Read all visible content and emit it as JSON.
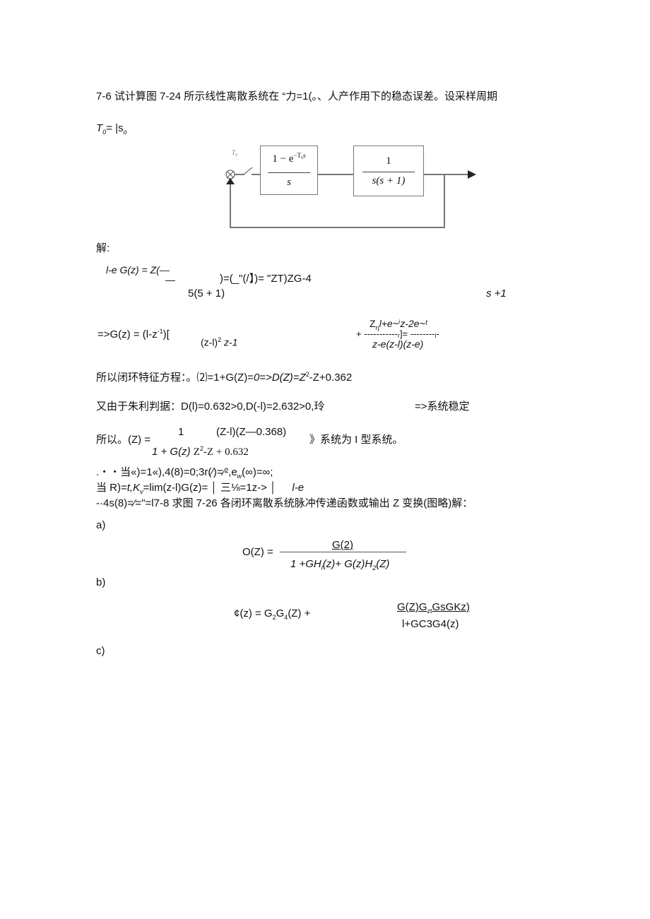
{
  "problem_7_6": {
    "line1": "7-6 试计算图 7-24 所示线性离散系统在 “力=1(。、人产作用下的稳态误差。设采样周期",
    "line2": "T",
    "line2_sub": "0",
    "line2_rest": "= |s",
    "line2_end": "o"
  },
  "diagram": {
    "sampler_label": "T₀",
    "block1": {
      "numerator": "1 − e",
      "exponent": "−T₀s",
      "denominator": "s"
    },
    "block2": {
      "numerator": "1",
      "denominator": "s(s + 1)"
    }
  },
  "solution": {
    "label": "解:",
    "eq1": {
      "lhs": "l-e G(z) = Z(—",
      "dash": "—",
      "mid": ")=(_\"(/】)= \"ZT)ZG-4",
      "denom": "5(5 + 1)",
      "right": "s +1"
    },
    "eq2": {
      "lhs": "=>G(z) = (l-z",
      "lhs_sup": "-1",
      "lhs_end": ")[",
      "mid": "(z-l)",
      "mid_sup": "2",
      "mid_end": " z-1",
      "frac_top": "Z",
      "frac_top_sub": "η",
      "frac_top_rest": "l+e~ⁱz-2e~ᵗ",
      "frac_mid": "+ -----------ᵣ]= --------ᵢ-",
      "frac_bot": "z-e(z-l)(z-e)"
    },
    "char_eq": {
      "prefix": "所以闭环特征方程：。⑵=1+G(Z)=",
      "zero": "0=>D(Z)",
      "rest": "=Z",
      "sup": "2",
      "end": "-Z+0.362"
    },
    "jury": {
      "text": "又由于朱利判据：D(l)=0.632>0,D(-l)=2.632>0,玲",
      "result": "=>系统稳定"
    },
    "closed_loop": {
      "prefix": "所以。(Z) =",
      "num1": "1",
      "num2": "(Z-l)(Z—0.368)",
      "den1": "1 + G(z)",
      "den2": "Z",
      "den2_sup": "2",
      "den2_rest": "-Z + 0.632",
      "conclusion": "》系统为 I 型系统。"
    },
    "line_a": ".・・当«)=1«),4(8)=0;3r(⁄)=⁄²,e",
    "line_a_sub": "w",
    "line_a_end": "(∞)=∞;",
    "line_b": "当 R)=",
    "line_b_t": "t,K",
    "line_b_sub": "v",
    "line_b_rest": "=lim(z-l)G(z)= │ 三⅛=1z-> │",
    "line_b_end": "l-e",
    "line_c": "-·4s(8)=⁄=\"=l7-8 求图 7-26 各闭环离散系统脉冲传递函数或输出 Z 变换(图略)解："
  },
  "part_a": {
    "label": "a)",
    "lhs": "O(Z) =",
    "numerator": "G(2)",
    "denominator": "1 +GH",
    "den_sub1": "l",
    "den_mid": "(z)+ G(z)H",
    "den_sub2": "2",
    "den_end": "(Z)"
  },
  "part_b": {
    "label": "b)",
    "lhs": "¢(z) = G",
    "sub1": "2",
    "mid": "G",
    "sub2": "4",
    "rest": "(Z) +",
    "numerator": "G(Z)G",
    "num_sub": "zt",
    "num_rest": "GsGKz)",
    "denominator": "l+GC3G4(z)"
  },
  "part_c": {
    "label": "c)"
  }
}
